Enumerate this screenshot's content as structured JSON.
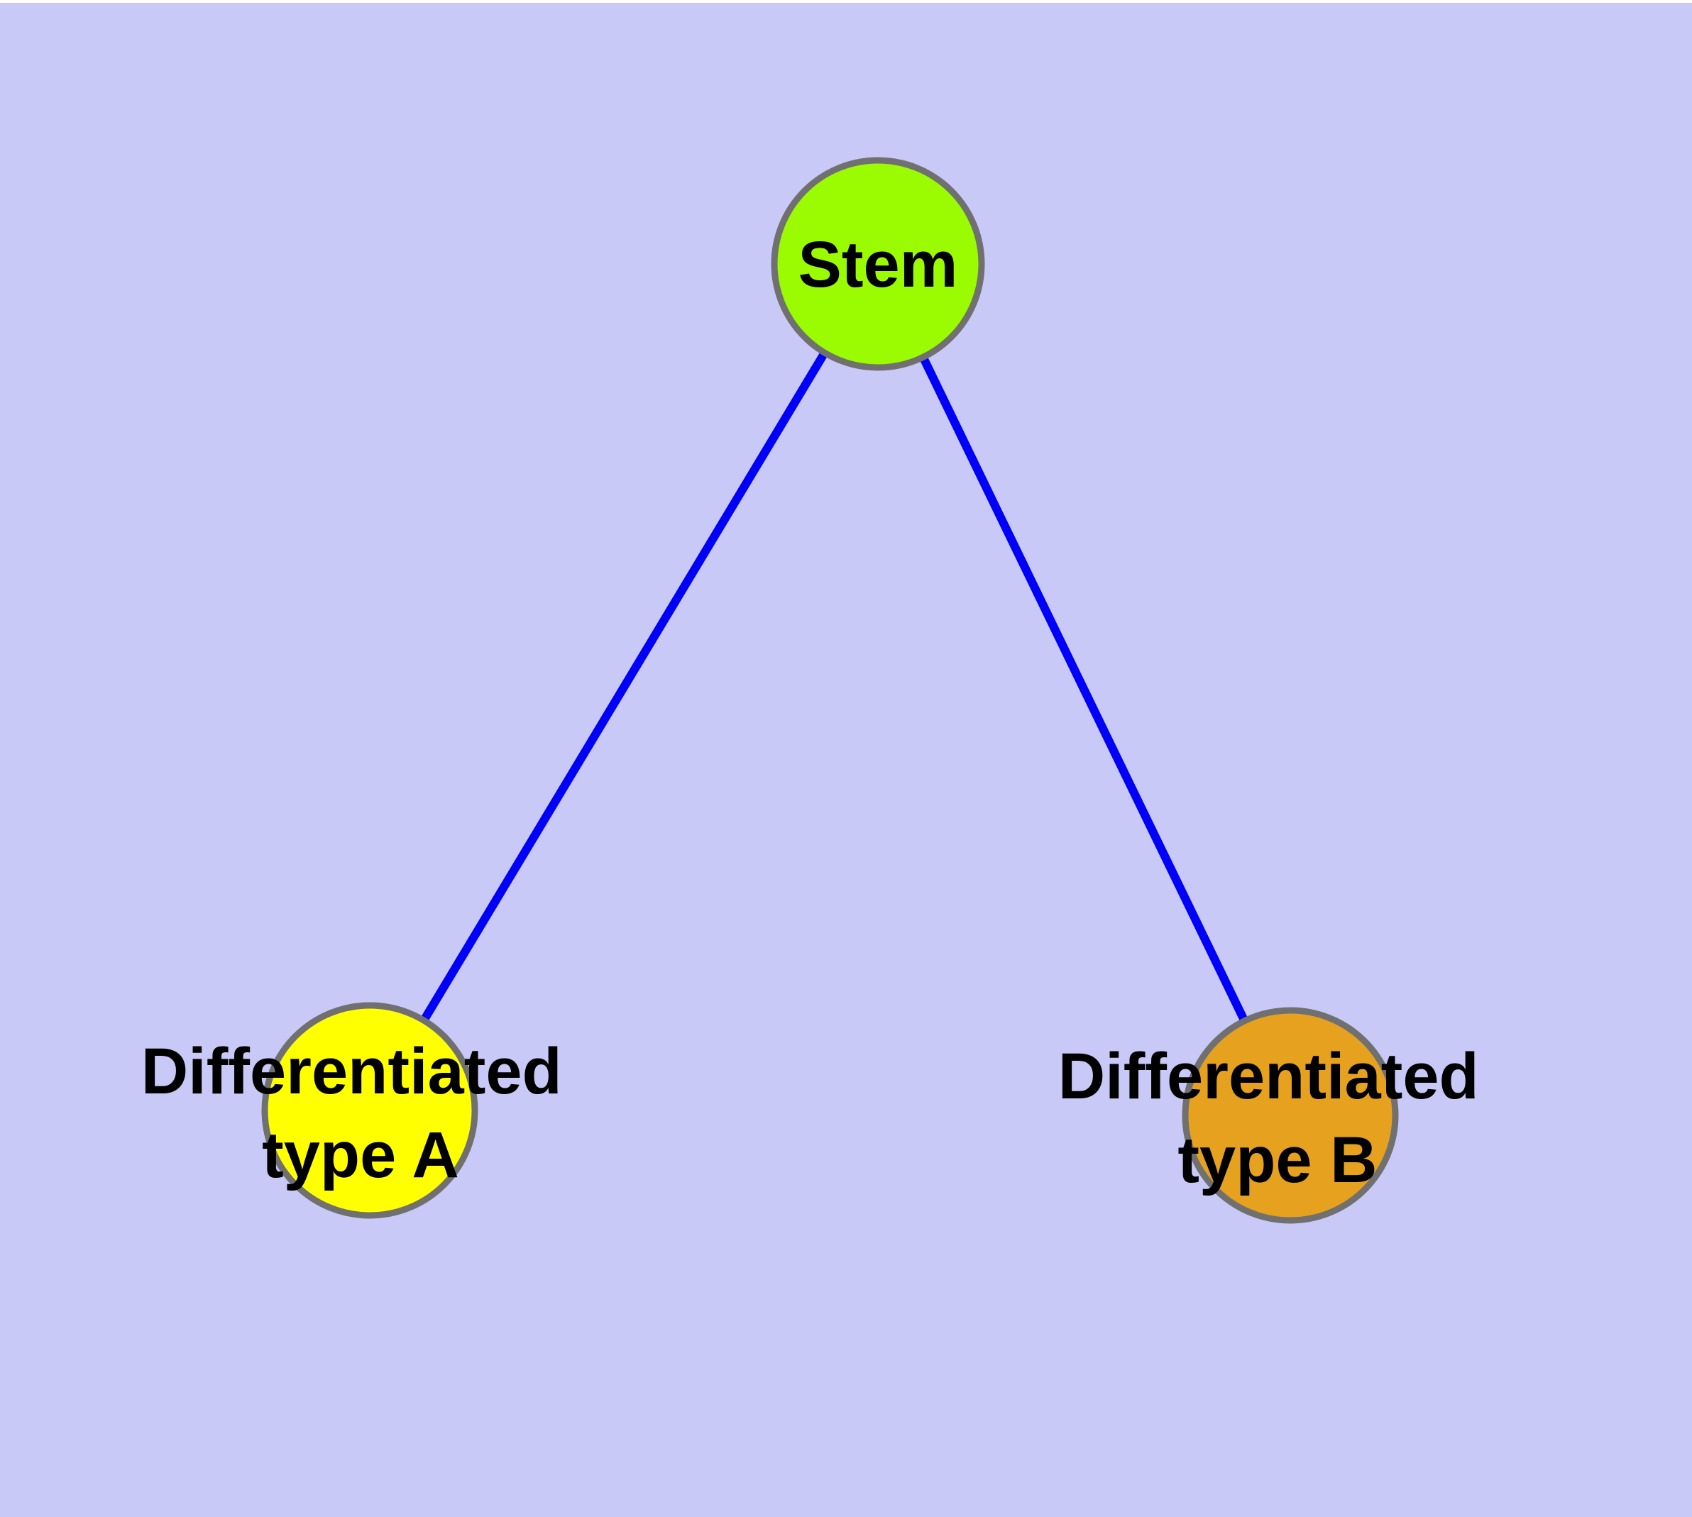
{
  "diagram": {
    "background_color": "#C9C9F7",
    "top_strip_color": "#FFFFFF",
    "edge_color": "#0000FA",
    "node_border_color": "#707070",
    "label_color": "#000000",
    "nodes": [
      {
        "id": "stem",
        "label": "Stem",
        "label_lines": [
          "Stem"
        ],
        "color": "#9BFB00"
      },
      {
        "id": "differentiated-type-a",
        "label": "Differentiated type A",
        "label_lines": [
          "Differentiated",
          "type A"
        ],
        "color": "#FFFF00"
      },
      {
        "id": "differentiated-type-b",
        "label": "Differentiated type B",
        "label_lines": [
          "Differentiated",
          "type B"
        ],
        "color": "#E6A11F"
      }
    ],
    "edges": [
      {
        "from": "stem",
        "to": "differentiated-type-a"
      },
      {
        "from": "stem",
        "to": "differentiated-type-b"
      }
    ]
  }
}
